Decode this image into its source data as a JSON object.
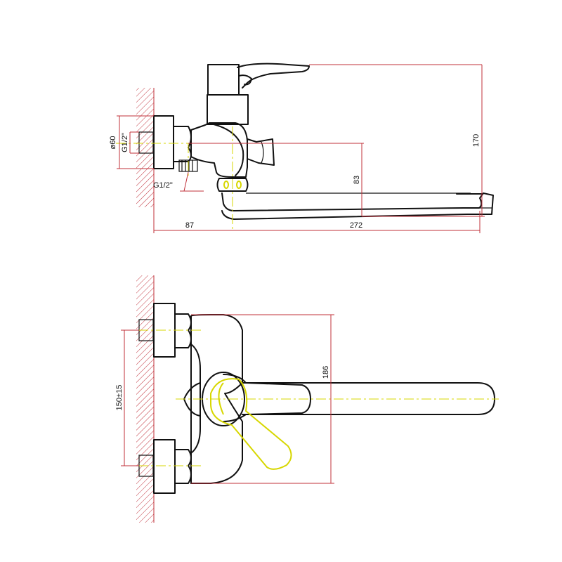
{
  "dimensions": {
    "top": {
      "diameter": "ø60",
      "thread_inlet": "G1/2\"",
      "thread_outlet": "G1/2\"",
      "wall_to_axis": "87",
      "spout_reach": "272",
      "total_height": "170",
      "spout_height": "83"
    },
    "bottom": {
      "inlet_spacing": "150±15",
      "body_height": "186"
    }
  },
  "colors": {
    "dimension_lines": "#c0303a",
    "axis_lines": "#d7d700",
    "outline": "#111111"
  }
}
